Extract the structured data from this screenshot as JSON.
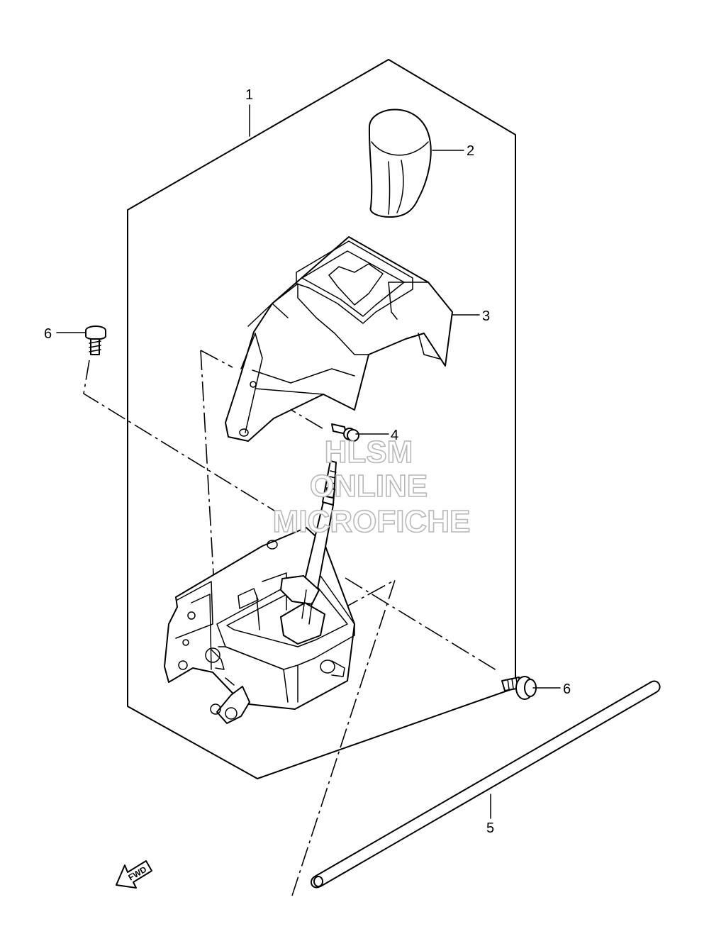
{
  "callouts": {
    "c1": "1",
    "c2": "2",
    "c3": "3",
    "c4": "4",
    "c5": "5",
    "c6a": "6",
    "c6b": "6"
  },
  "fwd_label": "FWD",
  "watermark": {
    "line1": "HLSM",
    "line2": "ONLINE",
    "line3": "MICROFICHE"
  }
}
